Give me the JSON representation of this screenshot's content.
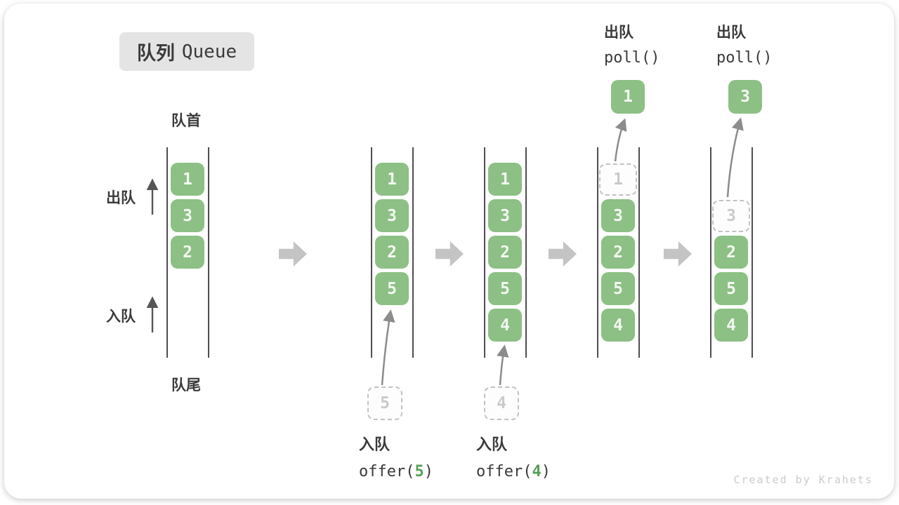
{
  "title": {
    "zh": "队列",
    "en": "Queue"
  },
  "labels": {
    "front": "队首",
    "rear": "队尾",
    "dequeue": "出队",
    "enqueue": "入队"
  },
  "ops": {
    "offer5": {
      "zh": "入队",
      "pre": "offer(",
      "arg": "5",
      "post": ")"
    },
    "offer4": {
      "zh": "入队",
      "pre": "offer(",
      "arg": "4",
      "post": ")"
    },
    "poll1": {
      "zh": "出队",
      "code": "poll()"
    },
    "poll2": {
      "zh": "出队",
      "code": "poll()"
    }
  },
  "columns": [
    {
      "cells": [
        "1",
        "3",
        "2"
      ]
    },
    {
      "cells": [
        "1",
        "3",
        "2",
        "5"
      ],
      "pending": "5"
    },
    {
      "cells": [
        "1",
        "3",
        "2",
        "5",
        "4"
      ],
      "pending": "4"
    },
    {
      "dashed": "1",
      "cells": [
        "3",
        "2",
        "5",
        "4"
      ],
      "polled": "1"
    },
    {
      "dashed": "3",
      "cells": [
        "2",
        "5",
        "4"
      ],
      "polled": "3"
    }
  ],
  "colors": {
    "box_green": "#8cc084",
    "box_text": "#f4f7f2",
    "accent_green": "#55a055",
    "block_arrow": "#c4c4c4",
    "title_bg": "#e4e4e4"
  },
  "watermark": "Created by Krahets"
}
